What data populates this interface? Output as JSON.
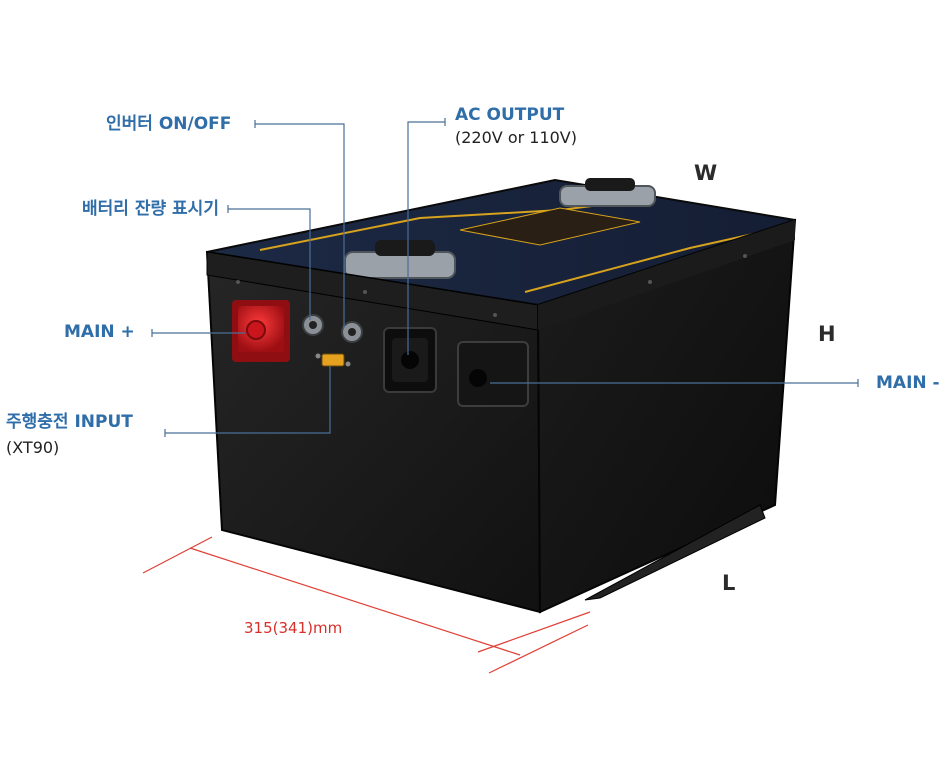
{
  "callouts": {
    "inverter": "인버터 ON/OFF",
    "battery_gauge": "배터리 잔량 표시기",
    "main_plus": "MAIN +",
    "charge_input": "주행충전 INPUT",
    "charge_input_sub": "(XT90)",
    "ac_output": "AC OUTPUT",
    "ac_output_sub": "(220V or 110V)",
    "main_minus": "MAIN -"
  },
  "dimensions": {
    "w": "W",
    "h": "H",
    "l": "L",
    "length": "315(341)mm"
  },
  "colors": {
    "callout_text": "#2f6ea8",
    "callout_line": "#4a6f96",
    "dimension_line": "#e04036",
    "case": "#1a1a1a",
    "terminal_plus": "#c4161c"
  }
}
